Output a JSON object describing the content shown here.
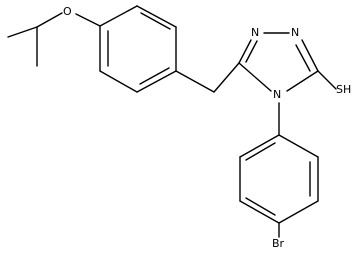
{
  "molecule": {
    "atoms": {
      "oxygen": "O",
      "nitrogen_top_left": "N",
      "nitrogen_top_right": "N",
      "nitrogen_ring": "N",
      "thiol": "SH",
      "bromine": "Br"
    }
  }
}
